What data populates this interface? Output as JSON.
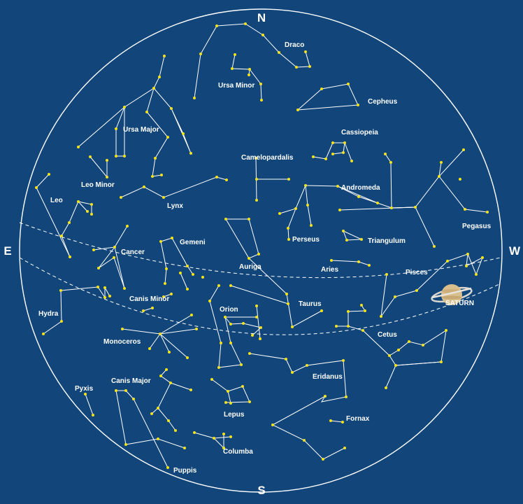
{
  "directions": {
    "north": "N",
    "south": "S",
    "east": "E",
    "west": "W"
  },
  "constellations": {
    "draco": "Draco",
    "ursa_minor": "Ursa Minor",
    "cepheus": "Cepheus",
    "cassiopeia": "Cassiopeia",
    "ursa_major": "Ursa Major",
    "camelopardalis": "Camelopardalis",
    "leo_minor": "Leo Minor",
    "leo": "Leo",
    "lynx": "Lynx",
    "andromeda": "Andromeda",
    "pegasus": "Pegasus",
    "cancer": "Cancer",
    "gemeni": "Gemeni",
    "perseus": "Perseus",
    "triangulum": "Triangulum",
    "auriga": "Auriga",
    "aries": "Aries",
    "pisces": "Pisces",
    "canis_minor": "Canis Minor",
    "taurus": "Taurus",
    "hydra": "Hydra",
    "orion": "Orion",
    "monoceros": "Monoceros",
    "cetus": "Cetus",
    "eridanus": "Eridanus",
    "pyxis": "Pyxis",
    "canis_major": "Canis Major",
    "lepus": "Lepus",
    "fornax": "Fornax",
    "columba": "Columba",
    "puppis": "Puppis"
  },
  "planet": {
    "name": "SATURN",
    "icon": "saturn-icon"
  },
  "colors": {
    "background": "#12467a",
    "lines": "#ffffff",
    "stars": "#f4e21a",
    "labels": "#ffffff"
  },
  "ecliptic_style": "dashed",
  "horizon_style": "solid circle"
}
